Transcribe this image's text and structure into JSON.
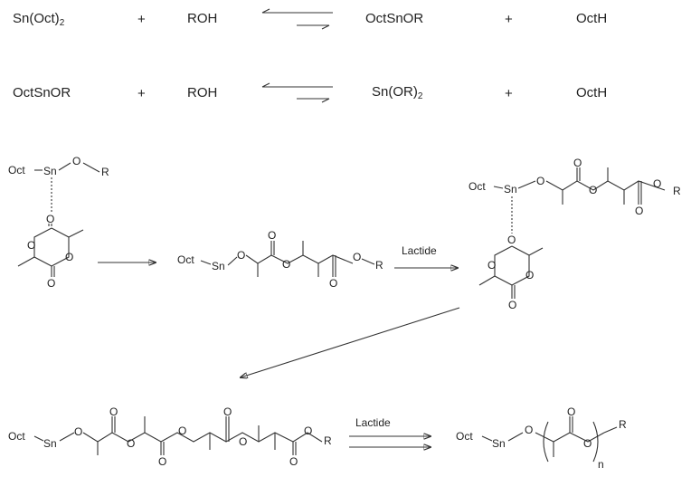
{
  "equilibrium_1": {
    "reactant_1": "Sn(Oct)",
    "reactant_1_sub": "2",
    "plus_1": "+",
    "reactant_2": "ROH",
    "product_1": "OctSnOR",
    "plus_2": "+",
    "product_2": "OctH"
  },
  "equilibrium_2": {
    "reactant_1": "OctSnOR",
    "plus_1": "+",
    "reactant_2": "ROH",
    "product_1": "Sn(OR)",
    "product_1_sub": "2",
    "plus_2": "+",
    "product_2": "OctH"
  },
  "mechanism": {
    "atom_oct": "Oct",
    "atom_sn": "Sn",
    "atom_o": "O",
    "atom_r": "R",
    "reagent_1": "Lactide",
    "reagent_2": "Lactide",
    "repeat_subscript": "n"
  }
}
